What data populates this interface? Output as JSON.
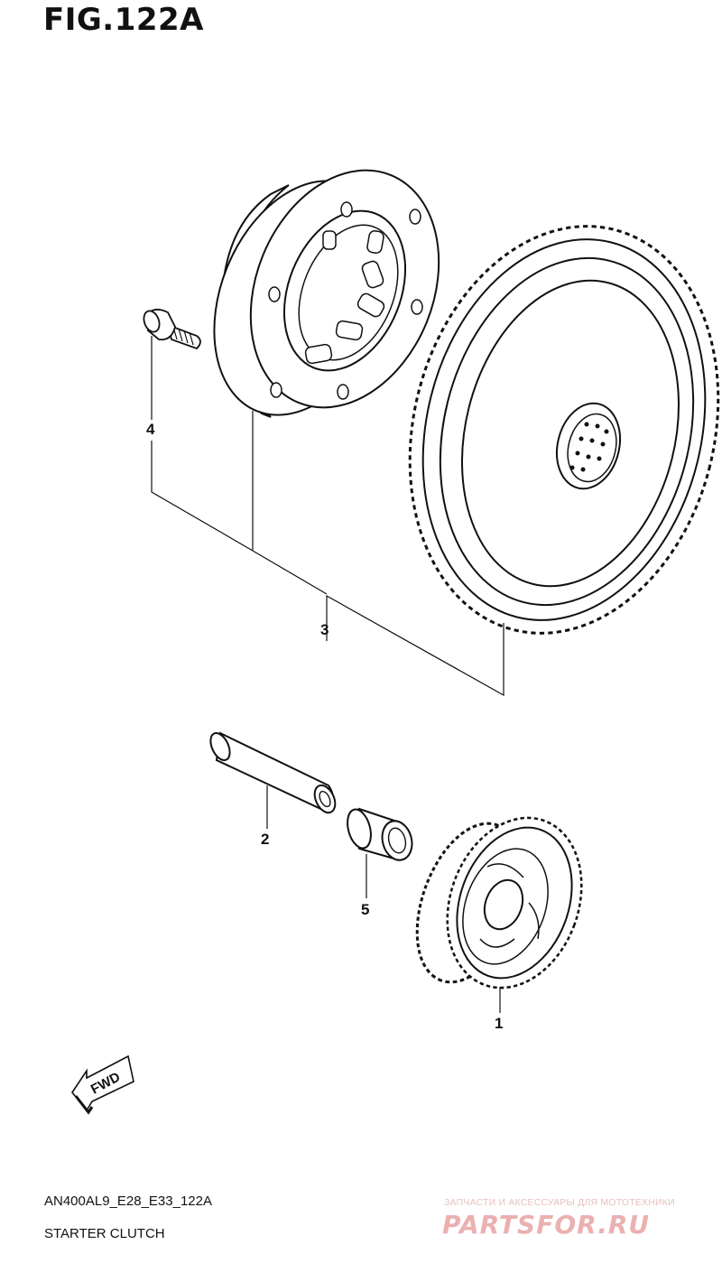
{
  "header": {
    "fig_label": "FIG.122A"
  },
  "callouts": [
    {
      "id": "part-1",
      "label": "1"
    },
    {
      "id": "part-2",
      "label": "2"
    },
    {
      "id": "part-3",
      "label": "3"
    },
    {
      "id": "part-4",
      "label": "4"
    },
    {
      "id": "part-5",
      "label": "5"
    }
  ],
  "fwd_arrow": {
    "label": "FWD"
  },
  "footer": {
    "model_code": "AN400AL9_E28_E33_122A",
    "caption": "STARTER CLUTCH"
  },
  "watermark": {
    "small_text": "ЗАПЧАСТИ И АКСЕССУАРЫ ДЛЯ МОТОТЕХНИКИ",
    "brand_text": "PARTSFOR.RU",
    "color": "#e07a7a"
  }
}
